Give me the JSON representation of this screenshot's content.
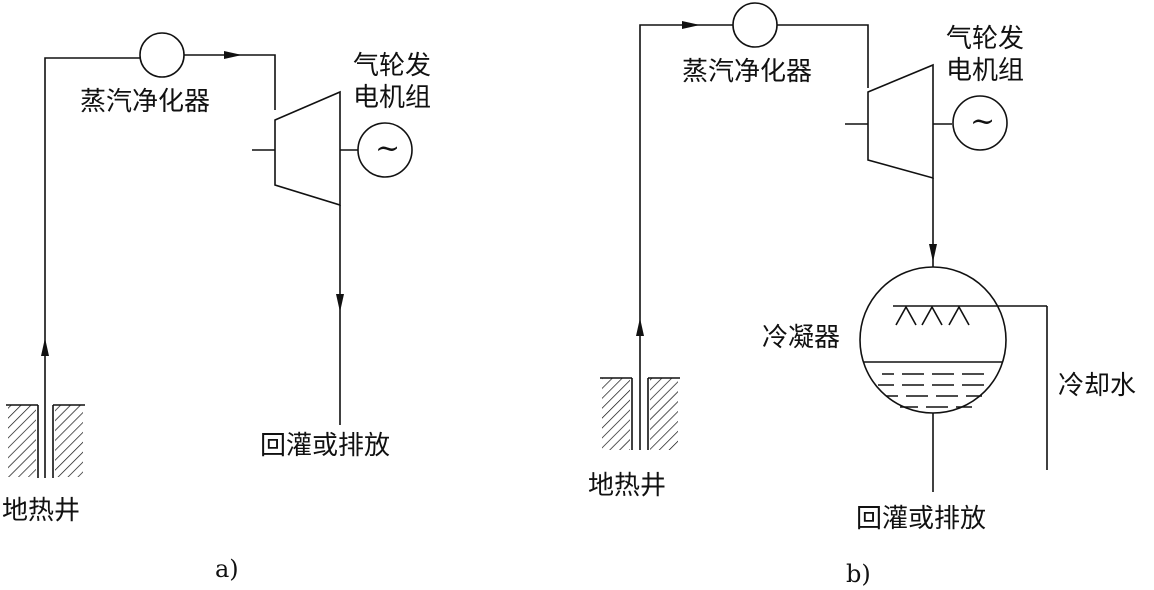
{
  "diagram_a": {
    "steam_purifier": "蒸汽净化器",
    "generator_line1": "气轮发",
    "generator_line2": "电机组",
    "reinjection": "回灌或排放",
    "geothermal_well": "地热井",
    "caption": "a)"
  },
  "diagram_b": {
    "steam_purifier": "蒸汽净化器",
    "generator_line1": "气轮发",
    "generator_line2": "电机组",
    "condenser": "冷凝器",
    "cooling_water": "冷却水",
    "reinjection": "回灌或排放",
    "geothermal_well": "地热井",
    "caption": "b)"
  },
  "symbols": {
    "ac_sign": "~"
  }
}
